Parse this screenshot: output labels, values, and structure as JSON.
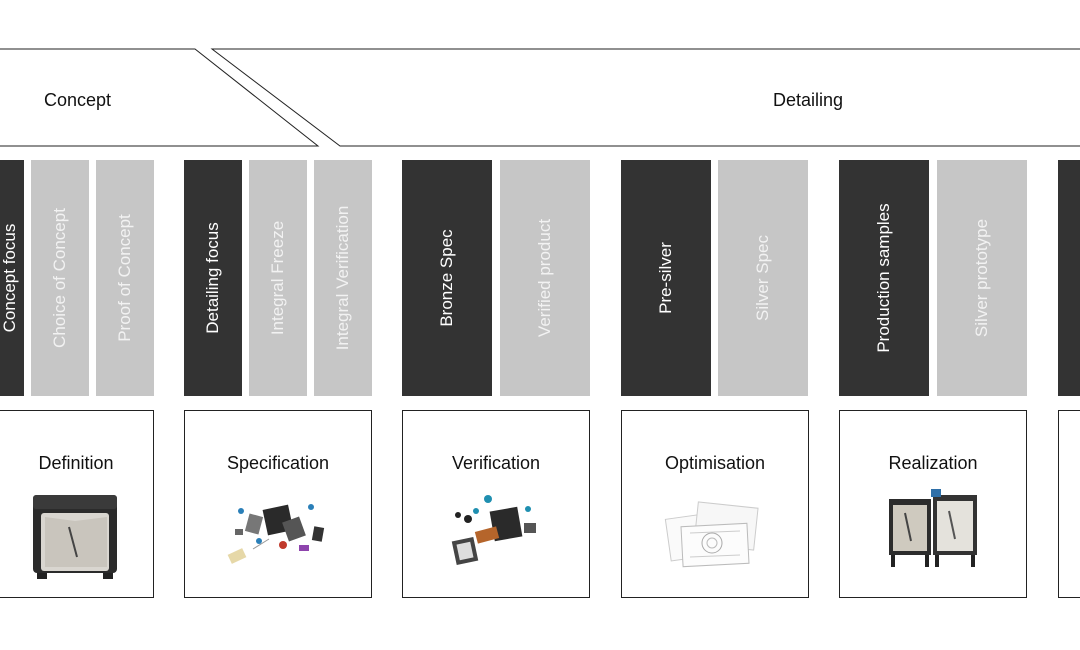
{
  "phases": [
    {
      "label": "Concept"
    },
    {
      "label": "Detailing"
    }
  ],
  "groups": [
    {
      "bars": [
        {
          "label": "Concept focus",
          "tone": "dark"
        },
        {
          "label": "Choice of Concept",
          "tone": "light"
        },
        {
          "label": "Proof of Concept",
          "tone": "light"
        }
      ],
      "box": {
        "title": "Definition",
        "illustration": "machine-unit-image"
      }
    },
    {
      "bars": [
        {
          "label": "Detailing focus",
          "tone": "dark"
        },
        {
          "label": "Integral Freeze",
          "tone": "light"
        },
        {
          "label": "Integral Verification",
          "tone": "light"
        }
      ],
      "box": {
        "title": "Specification",
        "illustration": "exploded-view-image"
      }
    },
    {
      "bars": [
        {
          "label": "Bronze Spec",
          "tone": "dark"
        },
        {
          "label": "Verified product",
          "tone": "light"
        }
      ],
      "box": {
        "title": "Verification",
        "illustration": "assembly-image"
      }
    },
    {
      "bars": [
        {
          "label": "Pre-silver",
          "tone": "dark"
        },
        {
          "label": "Silver Spec",
          "tone": "light"
        }
      ],
      "box": {
        "title": "Optimisation",
        "illustration": "technical-drawings-image"
      }
    },
    {
      "bars": [
        {
          "label": "Production samples",
          "tone": "dark"
        },
        {
          "label": "Silver prototype",
          "tone": "light"
        }
      ],
      "box": {
        "title": "Realization",
        "illustration": "production-units-image"
      }
    }
  ],
  "colors": {
    "dark_bar": "#333333",
    "light_bar": "#c6c6c6",
    "outline": "#222222"
  }
}
